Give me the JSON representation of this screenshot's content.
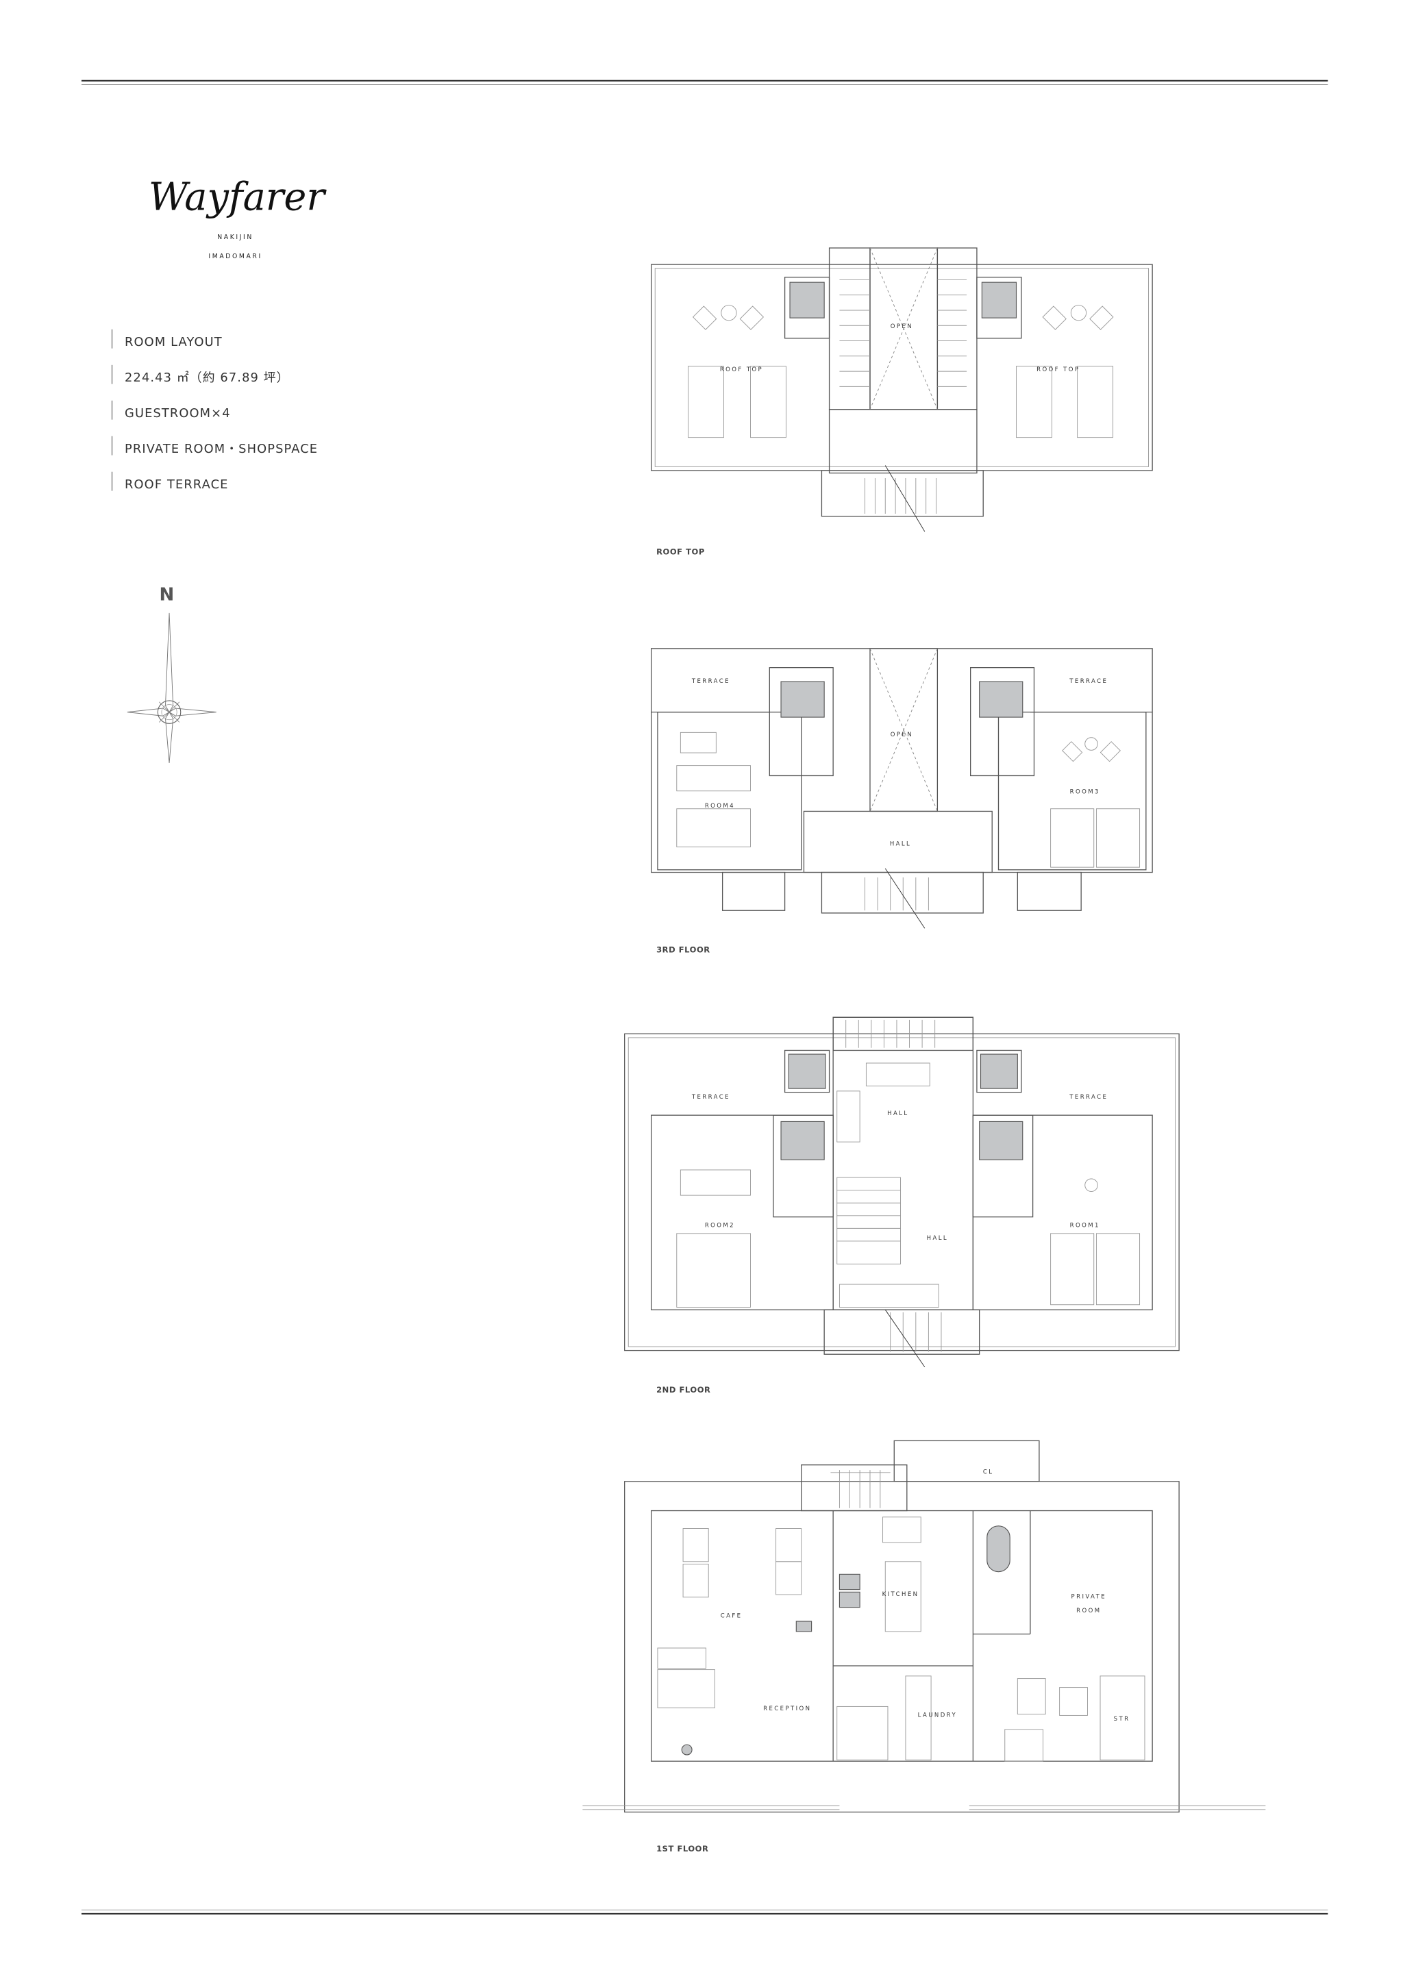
{
  "brand": {
    "logo": "Wayfarer",
    "line1": "NAKIJIN",
    "line2": "IMADOMARI"
  },
  "info_list": [
    "ROOM LAYOUT",
    "224.43 ㎡（約 67.89 坪）",
    "GUESTROOM×4",
    "PRIVATE ROOM・SHOPSPACE",
    "ROOF TERRACE"
  ],
  "compass": {
    "label": "N"
  },
  "plans": {
    "roof": {
      "title": "ROOF TOP",
      "labels": {
        "open": "OPEN",
        "roof_left": "ROOF TOP",
        "roof_right": "ROOF TOP"
      }
    },
    "third": {
      "title": "3RD FLOOR",
      "labels": {
        "terrace_left": "TERRACE",
        "terrace_right": "TERRACE",
        "open": "OPEN",
        "room4": "ROOM4",
        "room3": "ROOM3",
        "hall": "HALL"
      }
    },
    "second": {
      "title": "2ND FLOOR",
      "labels": {
        "terrace_left": "TERRACE",
        "terrace_right": "TERRACE",
        "hall_upper": "HALL",
        "room2": "ROOM2",
        "hall_lower": "HALL",
        "room1": "ROOM1"
      }
    },
    "first": {
      "title": "1ST FLOOR",
      "labels": {
        "cl": "CL",
        "cafe": "CAFE",
        "kitchen": "KITCHEN",
        "private_1": "PRIVATE",
        "private_2": "ROOM",
        "reception": "RECEPTION",
        "laundry": "LAUNDRY",
        "str": "STR"
      }
    }
  }
}
